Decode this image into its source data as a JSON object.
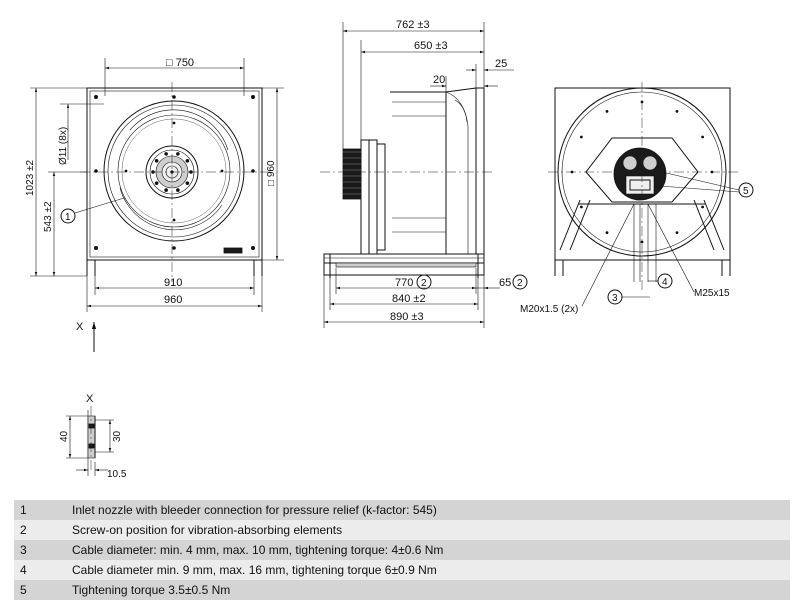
{
  "front_view": {
    "dim_width_top": "□ 750",
    "dim_height_total": "1023 ±2",
    "dim_holes": "Ø11 (8x)",
    "dim_height_axis": "543 ±2",
    "dim_height_side": "□ 960",
    "dim_width_inner": "910",
    "dim_width_outer": "960",
    "callout_1": "1",
    "x_marker": "X"
  },
  "side_view": {
    "dim_length_total": "762 ±3",
    "dim_length_wheel": "650 ±3",
    "dim_20": "20",
    "dim_25": "25",
    "dim_770": "770",
    "dim_65": "65",
    "dim_840": "840 ±2",
    "dim_890": "890 ±3",
    "callout_2a": "2",
    "callout_2b": "2"
  },
  "back_view": {
    "callout_3": "3",
    "callout_4": "4",
    "callout_5": "5",
    "label_m20": "M20x1.5 (2x)",
    "label_m25": "M25x15"
  },
  "detail_x": {
    "title": "X",
    "dim_40": "40",
    "dim_30": "30",
    "dim_10_5": "10.5"
  },
  "legend": [
    {
      "num": "1",
      "text": "Inlet nozzle with bleeder connection for pressure relief (k-factor: 545)"
    },
    {
      "num": "2",
      "text": "Screw-on position for vibration-absorbing elements"
    },
    {
      "num": "3",
      "text": "Cable diameter: min. 4 mm, max. 10 mm, tightening torque: 4±0.6 Nm"
    },
    {
      "num": "4",
      "text": "Cable diameter min. 9 mm, max. 16 mm, tightening torque 6±0.9 Nm"
    },
    {
      "num": "5",
      "text": "Tightening torque 3.5±0.5 Nm"
    }
  ]
}
